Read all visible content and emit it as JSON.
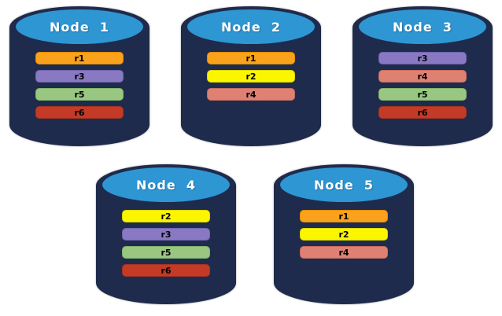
{
  "diagram": {
    "background": "#ffffff",
    "cylinder": {
      "body_color": "#1F2B4C",
      "top_color": "#2E96D3",
      "title_color": "#FFFFFF",
      "bar_text_color": "#000000"
    },
    "replica_defs": {
      "r1": {
        "label": "r1",
        "fill": "#FAA21B",
        "border": "#E08E05"
      },
      "r2": {
        "label": "r2",
        "fill": "#FCF500",
        "border": "#DCD600"
      },
      "r3": {
        "label": "r3",
        "fill": "#8879C2",
        "border": "#7263AE"
      },
      "r4": {
        "label": "r4",
        "fill": "#DE8173",
        "border": "#C66C5E"
      },
      "r5": {
        "label": "r5",
        "fill": "#99C781",
        "border": "#80B269"
      },
      "r6": {
        "label": "r6",
        "fill": "#C33B26",
        "border": "#A93220"
      }
    },
    "rows": [
      {
        "nodes": [
          {
            "title": "Node  1",
            "replicas": [
              "r1",
              "r3",
              "r5",
              "r6"
            ]
          },
          {
            "title": "Node  2",
            "replicas": [
              "r1",
              "r2",
              "r4"
            ]
          },
          {
            "title": "Node  3",
            "replicas": [
              "r3",
              "r4",
              "r5",
              "r6"
            ]
          }
        ]
      },
      {
        "nodes": [
          {
            "title": "Node  4",
            "replicas": [
              "r2",
              "r3",
              "r5",
              "r6"
            ]
          },
          {
            "title": "Node  5",
            "replicas": [
              "r1",
              "r2",
              "r4"
            ]
          }
        ]
      }
    ]
  }
}
